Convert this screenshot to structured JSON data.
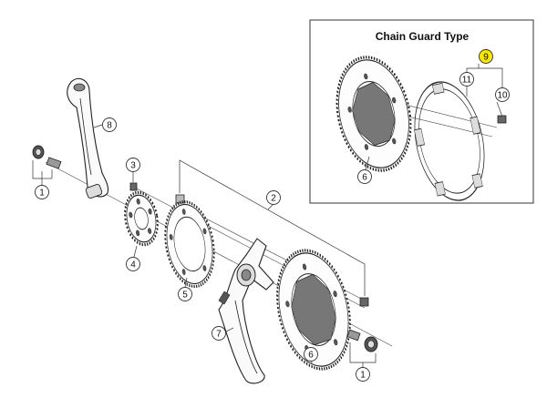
{
  "inset": {
    "title": "Chain Guard Type"
  },
  "callouts": {
    "crank_bolt_left": "1",
    "chainring_bolt_set": "2",
    "chainring_bolt_small": "3",
    "small_chainring": "4",
    "middle_chainring": "5",
    "large_chainring": "6",
    "right_crank_arm": "7",
    "left_crank_arm": "8",
    "chain_guard_set": "9",
    "chain_guard_bolt": "10",
    "chain_guard": "11",
    "crank_bolt_right": "1",
    "large_chainring_inset": "6"
  },
  "colors": {
    "highlight": "#f7e600",
    "line": "#222222"
  }
}
